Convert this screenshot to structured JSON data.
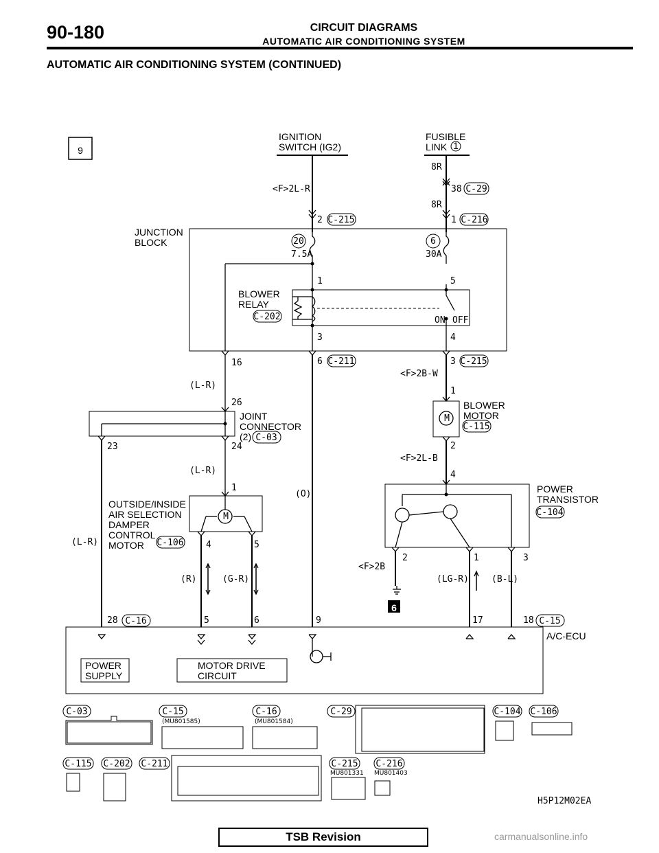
{
  "header": {
    "page_number": "90-180",
    "title": "CIRCUIT DIAGRAMS",
    "subtitle": "AUTOMATIC AIR CONDITIONING SYSTEM",
    "section_title": "AUTOMATIC AIR CONDITIONING SYSTEM (CONTINUED)"
  },
  "diagram": {
    "sheet_number": "9",
    "ign_l1": "IGNITION",
    "ign_l2": "SWITCH (IG2)",
    "fus_l1": "FUSIBLE",
    "fus_l2": "LINK",
    "fus_no": "1",
    "w_f2lr": "<F>2L-R",
    "w_8r_top": "8R",
    "w_38": "38",
    "c29": "C-29",
    "w_8r_mid": "8R",
    "p2": "2",
    "c215a": "C-215",
    "p1": "1",
    "c216a": "C-216",
    "jb_l1": "JUNCTION",
    "jb_l2": "BLOCK",
    "fuse20": "20",
    "fuse20_rating": "7.5A",
    "fuse6": "6",
    "fuse6_rating": "30A",
    "br_p1": "1",
    "br_p5": "5",
    "br_l1": "BLOWER",
    "br_l2": "RELAY",
    "c202": "C-202",
    "on": "ON",
    "off": "OFF",
    "br_p3": "3",
    "br_p4": "4",
    "p16": "16",
    "p6": "6",
    "c211": "C-211",
    "p3": "3",
    "c215b": "C-215",
    "w_f2bw": "<F>2B-W",
    "w_lr1": "(L-R)",
    "p26": "26",
    "bm_p1": "1",
    "bm_l1": "BLOWER",
    "bm_l2": "MOTOR",
    "c115": "C-115",
    "jc_l1": "JOINT",
    "jc_l2": "CONNECTOR",
    "jc_l3": "(2)",
    "c03": "C-03",
    "p23": "23",
    "p24": "24",
    "bm_p2": "2",
    "w_f2lb": "<F>2L-B",
    "pt_p4": "4",
    "w_lr2": "(L-R)",
    "pt_l1": "POWER",
    "pt_l2": "TRANSISTOR",
    "c104": "C-104",
    "dm_p1": "1",
    "w_o": "(O)",
    "dm_l1": "OUTSIDE/INSIDE",
    "dm_l2": "AIR SELECTION",
    "dm_l3": "DAMPER",
    "dm_l4": "CONTROL",
    "dm_l5": "MOTOR",
    "c106": "C-106",
    "dm_p4": "4",
    "dm_p5": "5",
    "w_lr3": "(L-R)",
    "pt_p2": "2",
    "pt_p1": "1",
    "pt_p3": "3",
    "w_f2b": "<F>2B",
    "w_r": "(R)",
    "w_gr": "(G-R)",
    "w_lgr": "(LG-R)",
    "w_bl": "(B-L)",
    "ground_ref": "6",
    "e28": "28",
    "c16": "C-16",
    "e5": "5",
    "e6": "6",
    "e9": "9",
    "e17": "17",
    "e18": "18",
    "c15": "C-15",
    "ecu": "A/C-ECU",
    "ps_l1": "POWER",
    "ps_l2": "SUPPLY",
    "md_l1": "MOTOR DRIVE",
    "md_l2": "CIRCUIT"
  },
  "connectors": {
    "c03": "C-03",
    "c15": "C-15",
    "c15_part": "(MU801585)",
    "c16": "C-16",
    "c16_part": "(MU801584)",
    "c29": "C-29",
    "c104": "C-104",
    "c106": "C-106",
    "c115": "C-115",
    "c202": "C-202",
    "c211": "C-211",
    "c215": "C-215",
    "c215_part": "MU801331",
    "c216": "C-216",
    "c216_part": "MU801403",
    "figure_code": "H5P12M02EA"
  },
  "footer": {
    "tsb": "TSB Revision",
    "watermark": "carmanualsonline.info"
  }
}
